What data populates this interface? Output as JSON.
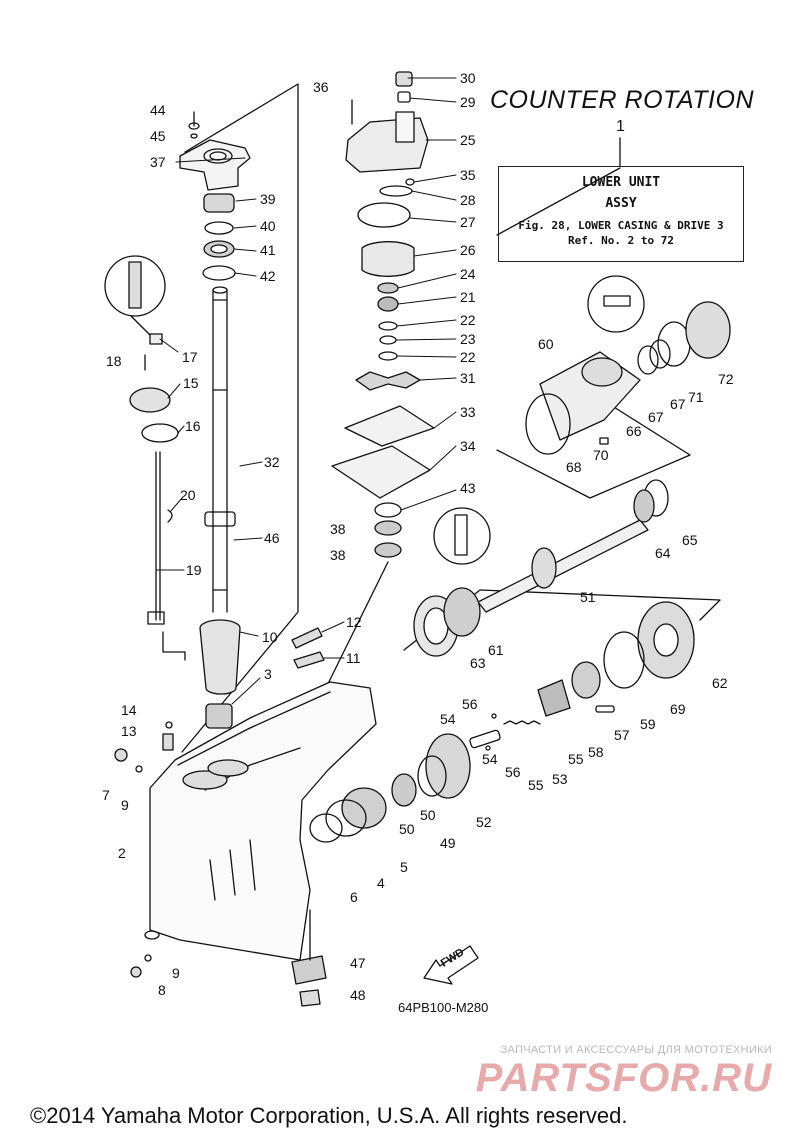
{
  "title": "COUNTER ROTATION",
  "callout": {
    "ref": "1",
    "line1": "LOWER UNIT",
    "line2": "ASSY",
    "line3": "Fig. 28, LOWER CASING & DRIVE 3",
    "line4": "Ref. No. 2 to 72"
  },
  "figure_code": "64PB100-M280",
  "fwd_label": "FWD",
  "watermark": {
    "tagline": "ЗАПЧАСТИ И АКСЕССУАРЫ ДЛЯ МОТОТЕХНИКИ",
    "logo": "PARTSFOR.RU"
  },
  "copyright": "©2014 Yamaha Motor Corporation, U.S.A. All rights reserved.",
  "part_numbers": [
    "2",
    "3",
    "4",
    "5",
    "6",
    "7",
    "8",
    "9",
    "9",
    "10",
    "11",
    "12",
    "13",
    "14",
    "15",
    "16",
    "17",
    "18",
    "19",
    "20",
    "21",
    "22",
    "22",
    "23",
    "24",
    "25",
    "26",
    "27",
    "28",
    "29",
    "30",
    "31",
    "32",
    "33",
    "34",
    "35",
    "36",
    "37",
    "38",
    "38",
    "39",
    "40",
    "41",
    "42",
    "43",
    "44",
    "45",
    "46",
    "47",
    "48",
    "49",
    "50",
    "50",
    "51",
    "52",
    "53",
    "54",
    "54",
    "55",
    "55",
    "56",
    "56",
    "57",
    "58",
    "59",
    "60",
    "61",
    "62",
    "63",
    "64",
    "65",
    "66",
    "67",
    "67",
    "68",
    "69",
    "70",
    "71",
    "72"
  ]
}
